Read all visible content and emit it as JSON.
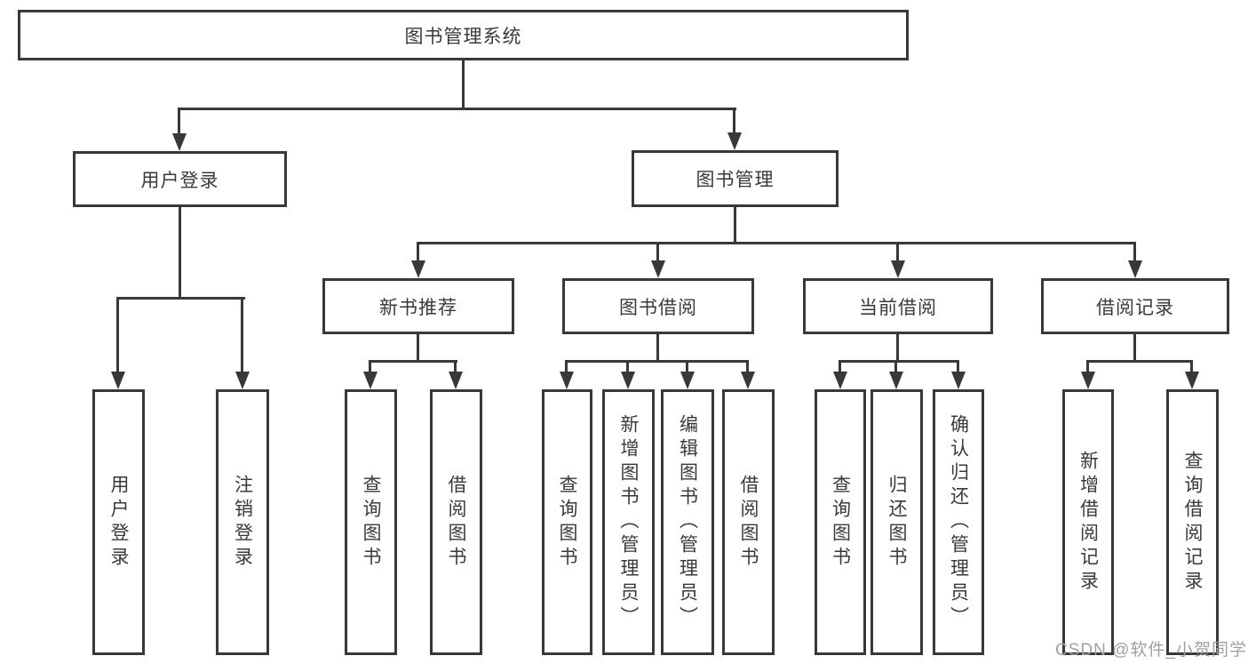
{
  "tree": {
    "label": "图书管理系统",
    "children": [
      {
        "label": "用户登录",
        "children": [
          {
            "label": "用户登录"
          },
          {
            "label": "注销登录"
          }
        ]
      },
      {
        "label": "图书管理",
        "children": [
          {
            "label": "新书推荐",
            "children": [
              {
                "label": "查询图书"
              },
              {
                "label": "借阅图书"
              }
            ]
          },
          {
            "label": "图书借阅",
            "children": [
              {
                "label": "查询图书"
              },
              {
                "label": "新增图书（管理员）"
              },
              {
                "label": "编辑图书（管理员）"
              },
              {
                "label": "借阅图书"
              }
            ]
          },
          {
            "label": "当前借阅",
            "children": [
              {
                "label": "查询图书"
              },
              {
                "label": "归还图书"
              },
              {
                "label": "确认归还（管理员）"
              }
            ]
          },
          {
            "label": "借阅记录",
            "children": [
              {
                "label": "新增借阅记录"
              },
              {
                "label": "查询借阅记录"
              }
            ]
          }
        ]
      }
    ]
  },
  "watermark": {
    "text": "CSDN @软件_小贺同学"
  },
  "colors": {
    "line": "#383838",
    "text": "#3a3a3a",
    "watermark": "#a0a0a0",
    "bg": "#ffffff"
  }
}
